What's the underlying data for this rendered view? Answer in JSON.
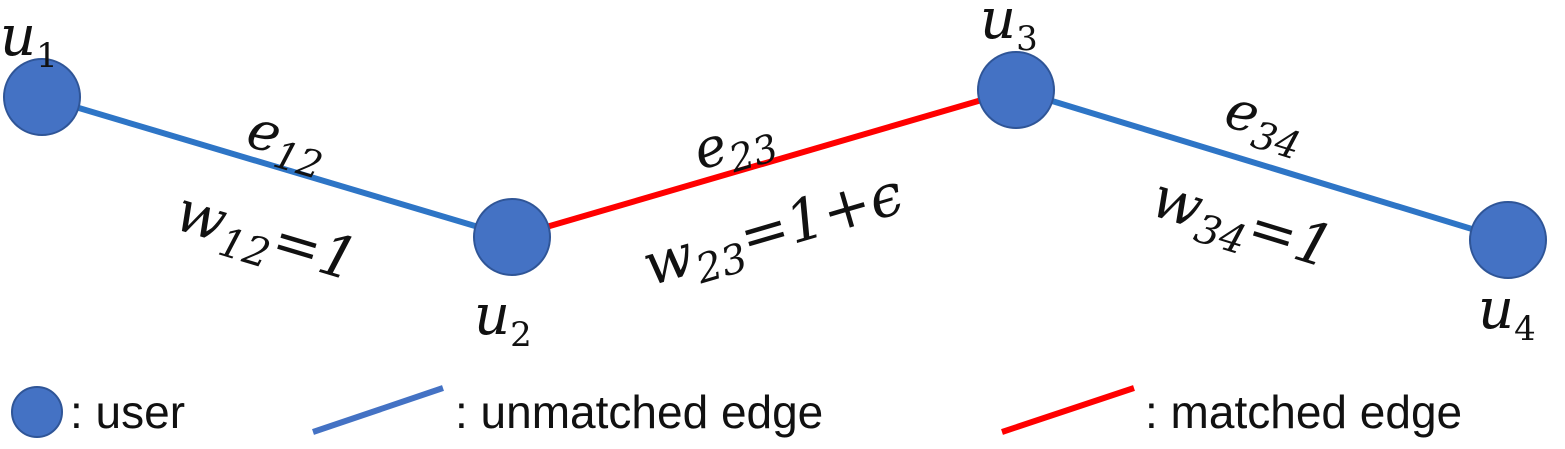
{
  "colors": {
    "node_fill": "#4472c4",
    "node_stroke": "#2f5597",
    "unmatched_edge": "#2e75c6",
    "matched_edge": "#ff0000",
    "legend_unmatched": "#4472c4"
  },
  "nodes": [
    {
      "id": "u1",
      "base": "u",
      "sub": "1"
    },
    {
      "id": "u2",
      "base": "u",
      "sub": "2"
    },
    {
      "id": "u3",
      "base": "u",
      "sub": "3"
    },
    {
      "id": "u4",
      "base": "u",
      "sub": "4"
    }
  ],
  "edges": [
    {
      "id": "e12",
      "from": "u1",
      "to": "u2",
      "matched": false,
      "name_base": "e",
      "name_sub": "12",
      "weight_base": "w",
      "weight_sub": "12",
      "weight_rest": "=1"
    },
    {
      "id": "e23",
      "from": "u2",
      "to": "u3",
      "matched": true,
      "name_base": "e",
      "name_sub": "23",
      "weight_base": "w",
      "weight_sub": "23",
      "weight_rest": "=1+ϵ"
    },
    {
      "id": "e34",
      "from": "u3",
      "to": "u4",
      "matched": false,
      "name_base": "e",
      "name_sub": "34",
      "weight_base": "w",
      "weight_sub": "34",
      "weight_rest": "=1"
    }
  ],
  "legend": {
    "user_label": ": user",
    "unmatched_label": ": unmatched edge",
    "matched_label": ": matched edge"
  }
}
